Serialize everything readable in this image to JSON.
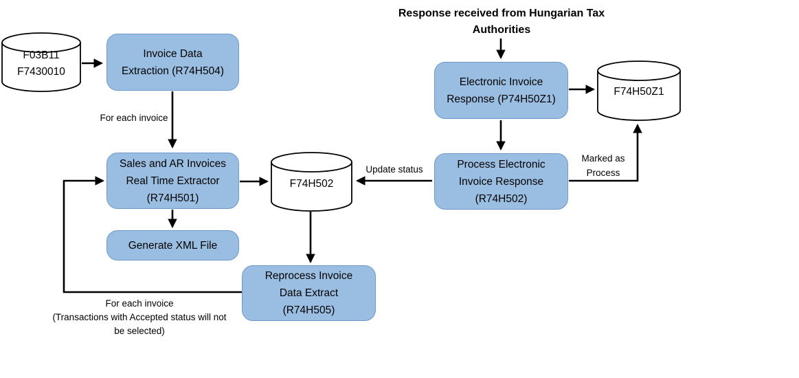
{
  "diagram": {
    "title": "Response received from Hungarian Tax\nAuthorities",
    "nodes": {
      "source_tables": {
        "type": "database",
        "label": "F03B11\nF7430010"
      },
      "invoice_data_extraction": {
        "type": "process",
        "label": "Invoice Data\nExtraction (R74H504)"
      },
      "sales_ar_extractor": {
        "type": "process",
        "label": "Sales and AR Invoices\nReal Time Extractor\n(R74H501)"
      },
      "generate_xml": {
        "type": "process",
        "label": "Generate XML File"
      },
      "f74h502": {
        "type": "database",
        "label": "F74H502"
      },
      "reprocess_extract": {
        "type": "process",
        "label": "Reprocess Invoice\nData Extract\n(R74H505)"
      },
      "electronic_invoice_response": {
        "type": "process",
        "label": "Electronic Invoice\nResponse (P74H50Z1)"
      },
      "process_electronic_response": {
        "type": "process",
        "label": "Process Electronic\nInvoice Response\n(R74H502)"
      },
      "f74h50z1": {
        "type": "database",
        "label": "F74H50Z1"
      }
    },
    "edge_labels": {
      "for_each_invoice": "For each invoice",
      "reprocess_loop": "For each invoice\n(Transactions with Accepted status will not\nbe selected)",
      "update_status": "Update status",
      "marked_as_process": "Marked as\nProcess"
    },
    "colors": {
      "process_fill": "#9ABEE1",
      "process_border": "#6D99C8",
      "database_fill": "#FFFFFF",
      "line": "#000000",
      "text": "#000000",
      "background": "#FFFFFF"
    }
  }
}
